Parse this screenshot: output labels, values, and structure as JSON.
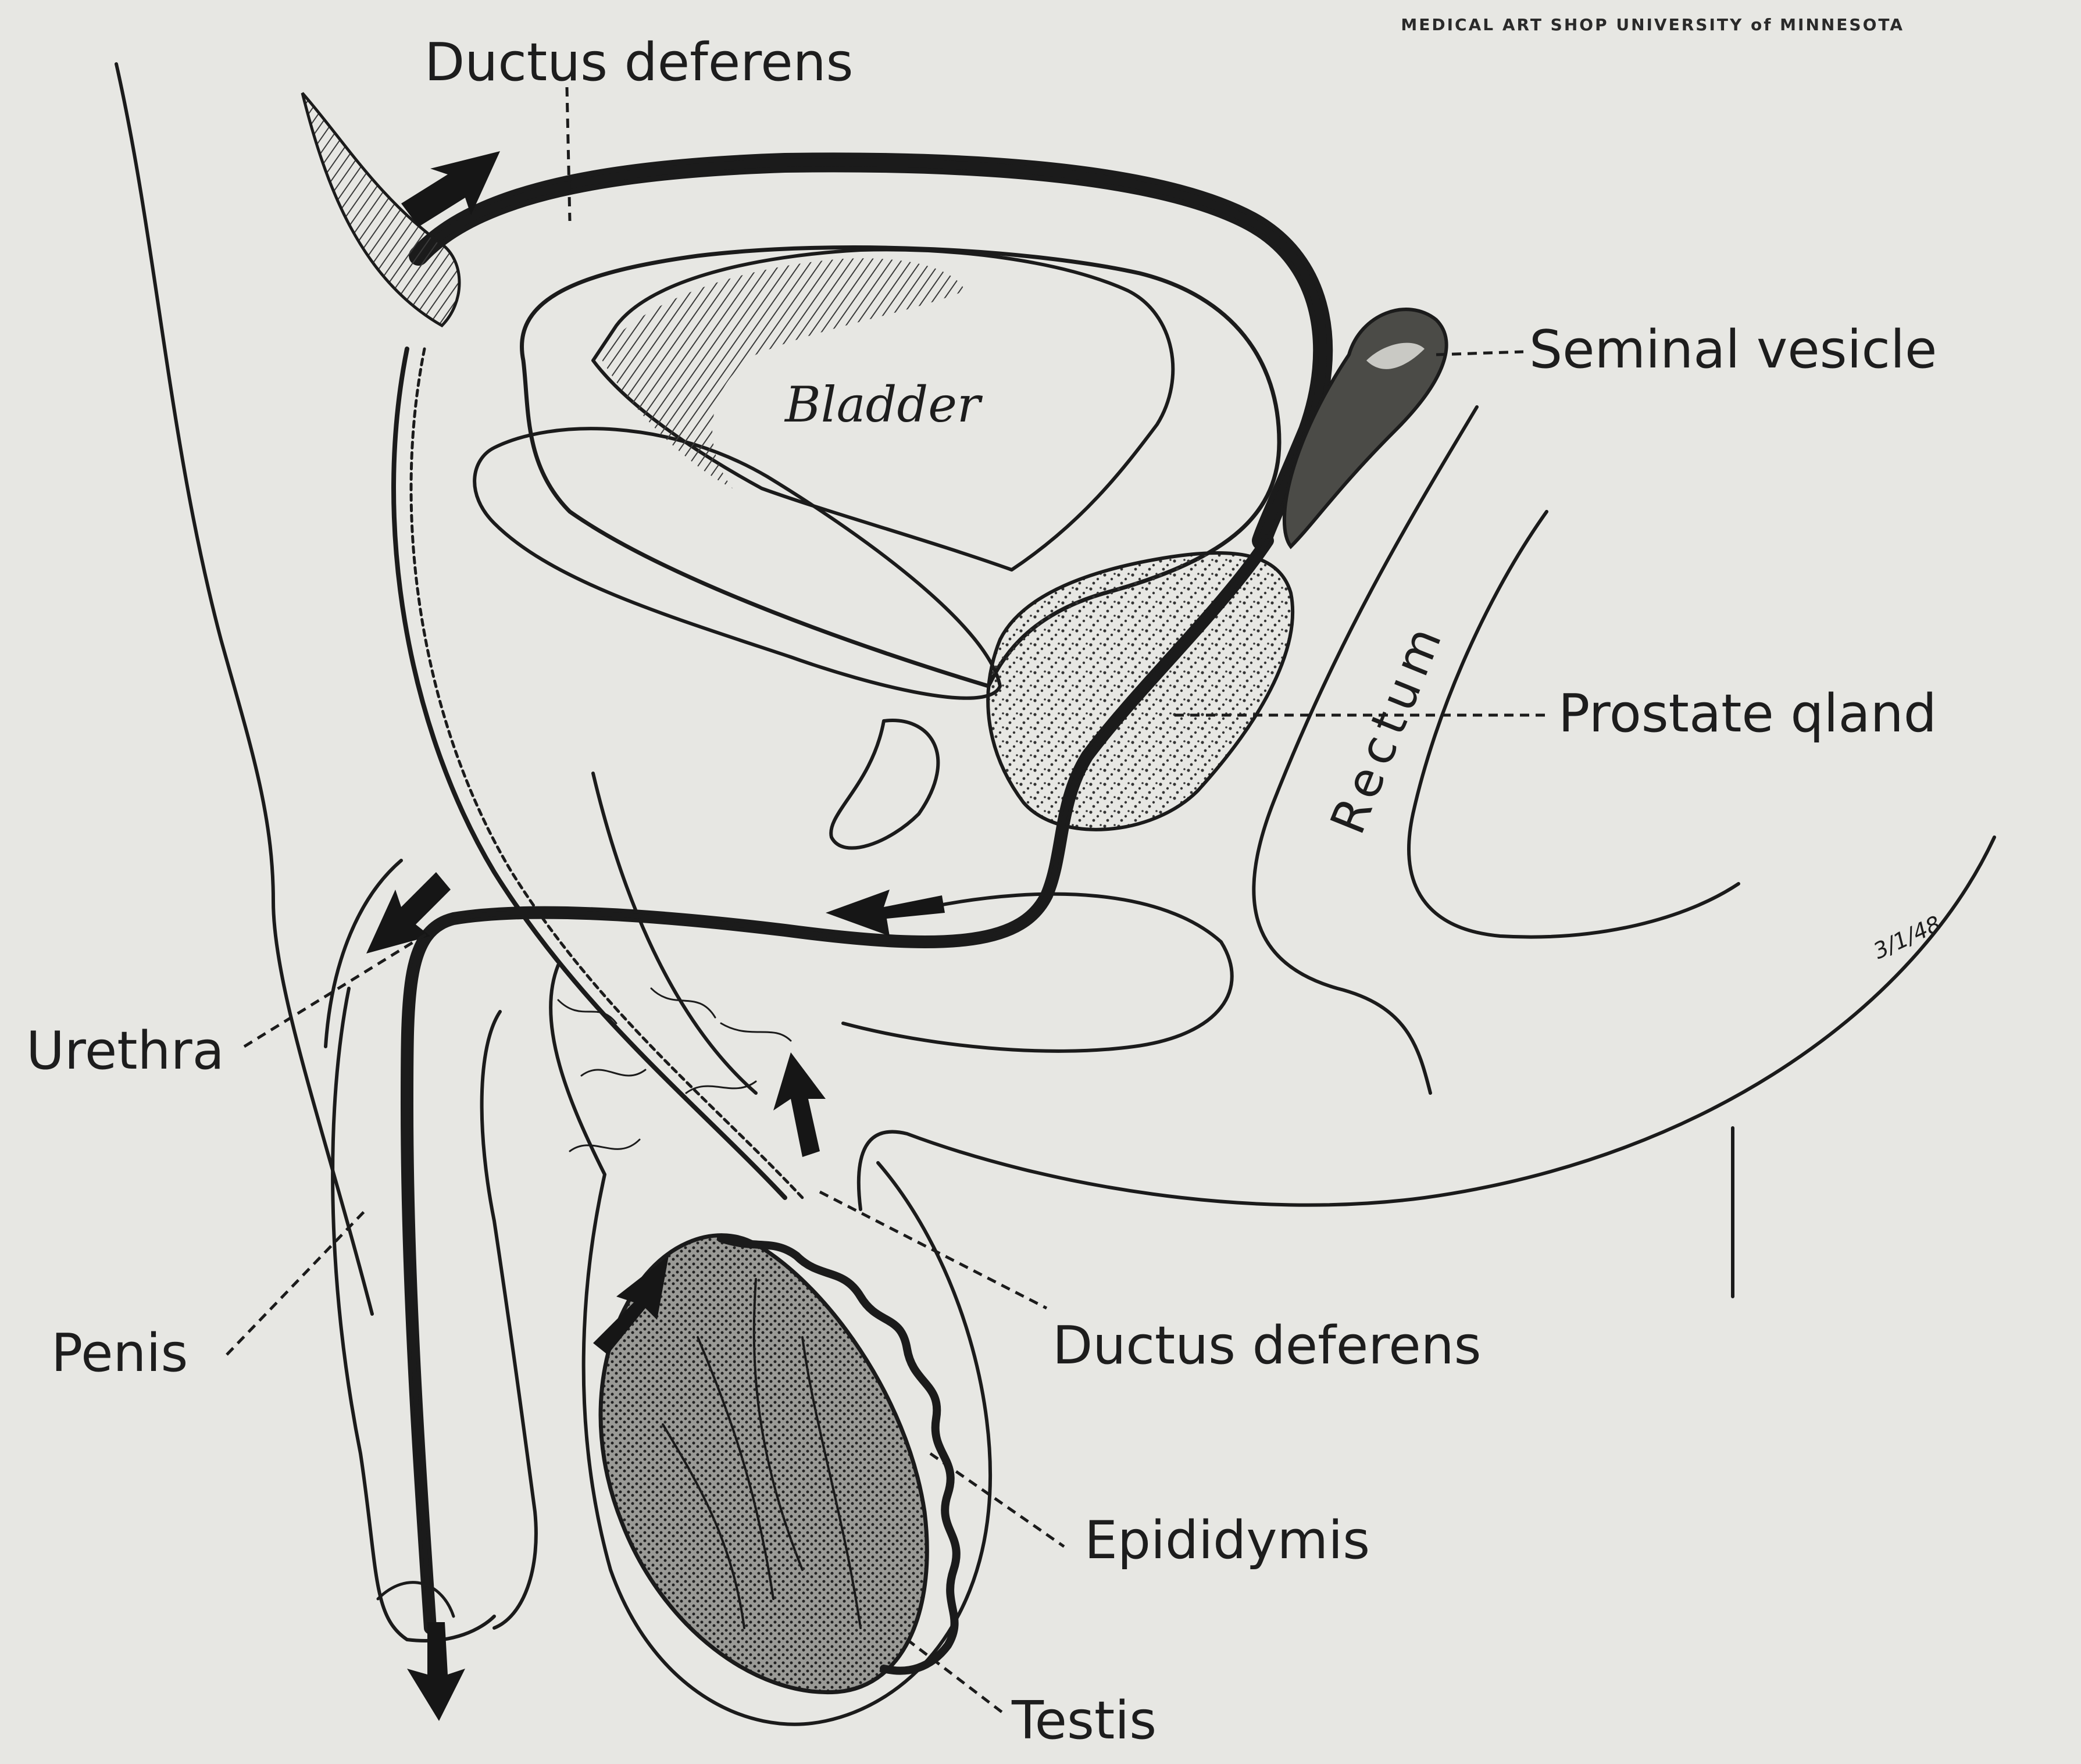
{
  "credit": "MEDICAL ART SHOP UNIVERSITY of MINNESOTA",
  "signature": "3/1/48",
  "labels": {
    "ductus_deferens_top": "Ductus deferens",
    "seminal_vesicle": "Seminal vesicle",
    "bladder": "Bladder",
    "rectum": "Rectum",
    "prostate_gland": "Prostate qland",
    "urethra": "Urethra",
    "penis": "Penis",
    "ductus_deferens_bottom": "Ductus deferens",
    "epididymis": "Epididymis",
    "testis": "Testis"
  },
  "colors": {
    "paper": "#e7e7e3",
    "ink": "#1b1b1b"
  }
}
